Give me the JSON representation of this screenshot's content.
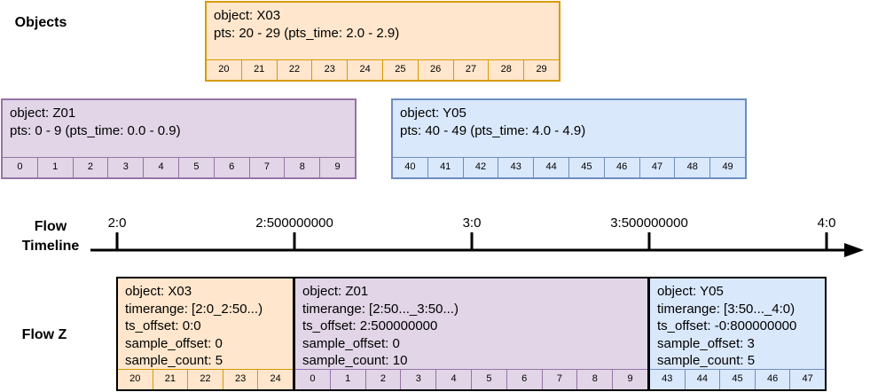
{
  "labels": {
    "objects": "Objects",
    "flow_timeline": "Flow\nTimeline",
    "flow_z": "Flow Z"
  },
  "colors": {
    "orange_fill": "#ffe6cc",
    "orange_stroke": "#d79b00",
    "purple_fill": "#e1d5e7",
    "purple_stroke": "#9673a6",
    "blue_fill": "#dae8fc",
    "blue_stroke": "#6c8ebf"
  },
  "objects": [
    {
      "id": "x03",
      "color": "orange",
      "object": "object: X03",
      "pts": "pts: 20 - 29 (pts_time: 2.0 - 2.9)",
      "cells": [
        "20",
        "21",
        "22",
        "23",
        "24",
        "25",
        "26",
        "27",
        "28",
        "29"
      ]
    },
    {
      "id": "z01",
      "color": "purple",
      "object": "object: Z01",
      "pts": "pts: 0 - 9 (pts_time: 0.0 - 0.9)",
      "cells": [
        "0",
        "1",
        "2",
        "3",
        "4",
        "5",
        "6",
        "7",
        "8",
        "9"
      ]
    },
    {
      "id": "y05",
      "color": "blue",
      "object": "object: Y05",
      "pts": "pts: 40 - 49 (pts_time: 4.0 - 4.9)",
      "cells": [
        "40",
        "41",
        "42",
        "43",
        "44",
        "45",
        "46",
        "47",
        "48",
        "49"
      ]
    }
  ],
  "timeline": {
    "ticks": [
      "2:0",
      "2:500000000",
      "3:0",
      "3:500000000",
      "4:0"
    ]
  },
  "flow_segments": [
    {
      "id": "x03",
      "color": "orange",
      "lines": [
        "object: X03",
        "timerange: [2:0_2:50...)",
        "ts_offset: 0:0",
        "sample_offset: 0",
        "sample_count: 5"
      ],
      "cells": [
        "20",
        "21",
        "22",
        "23",
        "24"
      ]
    },
    {
      "id": "z01",
      "color": "purple",
      "lines": [
        "object: Z01",
        "timerange: [2:50..._3:50...)",
        "ts_offset: 2:500000000",
        "sample_offset: 0",
        "sample_count: 10"
      ],
      "cells": [
        "0",
        "1",
        "2",
        "3",
        "4",
        "5",
        "6",
        "7",
        "8",
        "9"
      ]
    },
    {
      "id": "y05",
      "color": "blue",
      "lines": [
        "object: Y05",
        "timerange: [3:50..._4:0)",
        "ts_offset: -0:800000000",
        "sample_offset: 3",
        "sample_count: 5"
      ],
      "cells": [
        "43",
        "44",
        "45",
        "46",
        "47"
      ]
    }
  ]
}
